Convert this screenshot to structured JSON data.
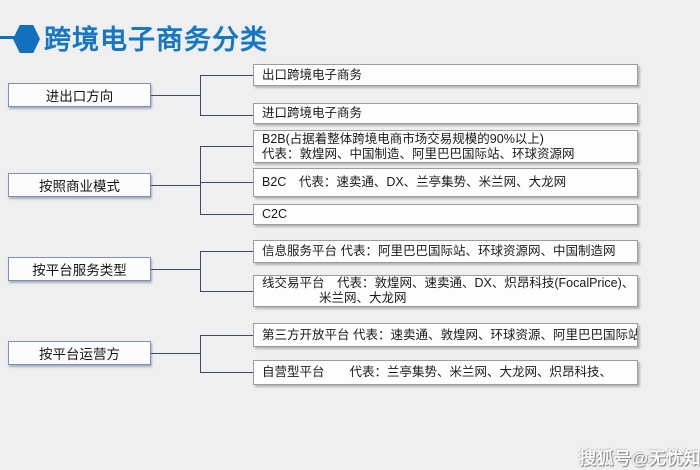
{
  "title": {
    "text": "跨境电子商务分类"
  },
  "watermark": "搜狐号@无忧知识",
  "colors": {
    "accent_blue": "#1677c2",
    "connector": "#3e4a68",
    "background": "#f0eff0",
    "category_border": "#7d8fb4",
    "child_border": "#9c9c9c"
  },
  "groups": [
    {
      "label": "进出口方向",
      "children": [
        {
          "lines": [
            "出口跨境电子商务"
          ]
        },
        {
          "lines": [
            "进口跨境电子商务"
          ]
        }
      ]
    },
    {
      "label": "按照商业模式",
      "children": [
        {
          "lines": [
            "B2B(占据着整体跨境电商市场交易规模的90%以上)",
            "代表：敦煌网、中国制造、阿里巴巴国际站、环球资源网"
          ]
        },
        {
          "lines": [
            "B2C　代表：速卖通、DX、兰亭集势、米兰网、大龙网"
          ]
        },
        {
          "lines": [
            "C2C"
          ]
        }
      ]
    },
    {
      "label": "按平台服务类型",
      "children": [
        {
          "lines": [
            "信息服务平台 代表：阿里巴巴国际站、环球资源网、中国制造网"
          ]
        },
        {
          "lines": [
            "线交易平台　代表：敦煌网、速卖通、DX、炽昂科技(FocalPrice)、",
            "米兰网、大龙网"
          ]
        }
      ]
    },
    {
      "label": "按平台运营方",
      "children": [
        {
          "lines": [
            "第三方开放平台 代表：速卖通、敦煌网、环球资源、阿里巴巴国际站"
          ]
        },
        {
          "lines": [
            "自营型平台　　代表：兰亭集势、米兰网、大龙网、炽昂科技、"
          ]
        }
      ]
    }
  ]
}
